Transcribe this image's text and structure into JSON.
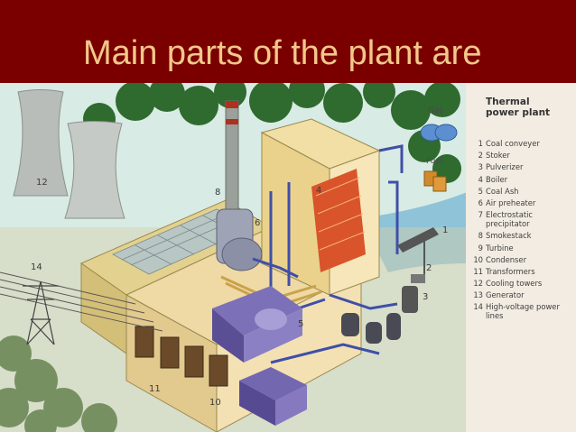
{
  "slide": {
    "title": "Main parts of the plant are"
  },
  "diagram": {
    "legend_title_line1": "Thermal",
    "legend_title_line2": "power plant",
    "gas_label": "Gas",
    "fuel_label": "Fuel",
    "parts": [
      {
        "num": "1",
        "label": "Coal conveyer"
      },
      {
        "num": "2",
        "label": "Stoker"
      },
      {
        "num": "3",
        "label": "Pulverizer"
      },
      {
        "num": "4",
        "label": "Boiler"
      },
      {
        "num": "5",
        "label": "Coal Ash"
      },
      {
        "num": "6",
        "label": "Air preheater"
      },
      {
        "num": "7",
        "label": "Electrostatic precipitator"
      },
      {
        "num": "8",
        "label": "Smokestack"
      },
      {
        "num": "9",
        "label": "Turbine"
      },
      {
        "num": "10",
        "label": "Condenser"
      },
      {
        "num": "11",
        "label": "Transformers"
      },
      {
        "num": "12",
        "label": "Cooling towers"
      },
      {
        "num": "13",
        "label": "Generator"
      },
      {
        "num": "14",
        "label": "High-voltage power lines"
      }
    ],
    "callouts": {
      "n1": "1",
      "n2": "2",
      "n3": "3",
      "n4": "4",
      "n5": "5",
      "n6": "6",
      "n8": "8",
      "n10": "10",
      "n11": "11",
      "n12": "12",
      "n14": "14"
    },
    "colors": {
      "title_bar": "#7a0000",
      "title_text": "#f3c78a",
      "building": "#f0d9a0",
      "pipes": "#3f4fa8",
      "turbine": "#6a5fa0",
      "trees": "#2f6a2f",
      "boiler_fire": "#d9542b"
    }
  }
}
